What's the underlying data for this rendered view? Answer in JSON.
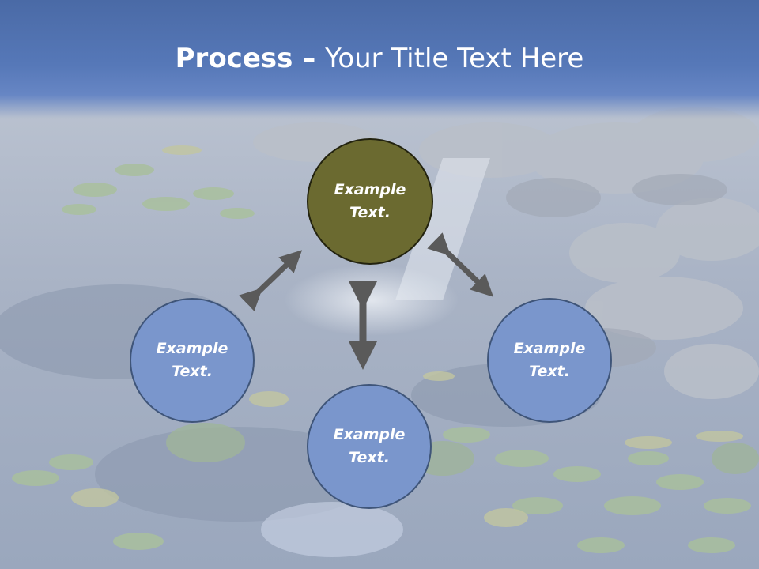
{
  "slide": {
    "title_bold": "Process",
    "title_dash": " – ",
    "title_rest": "Your Title Text Here"
  },
  "circles": {
    "top": "Example\nText.",
    "left": "Example\nText.",
    "bottom": "Example\nText.",
    "right": "Example\nText."
  },
  "colors": {
    "title_bar": "#5678b8",
    "circle_blue": "#7a96cc",
    "circle_olive": "#6b6a30",
    "arrow": "#5a5a5a"
  },
  "icons": [
    "double-arrow-icon"
  ]
}
